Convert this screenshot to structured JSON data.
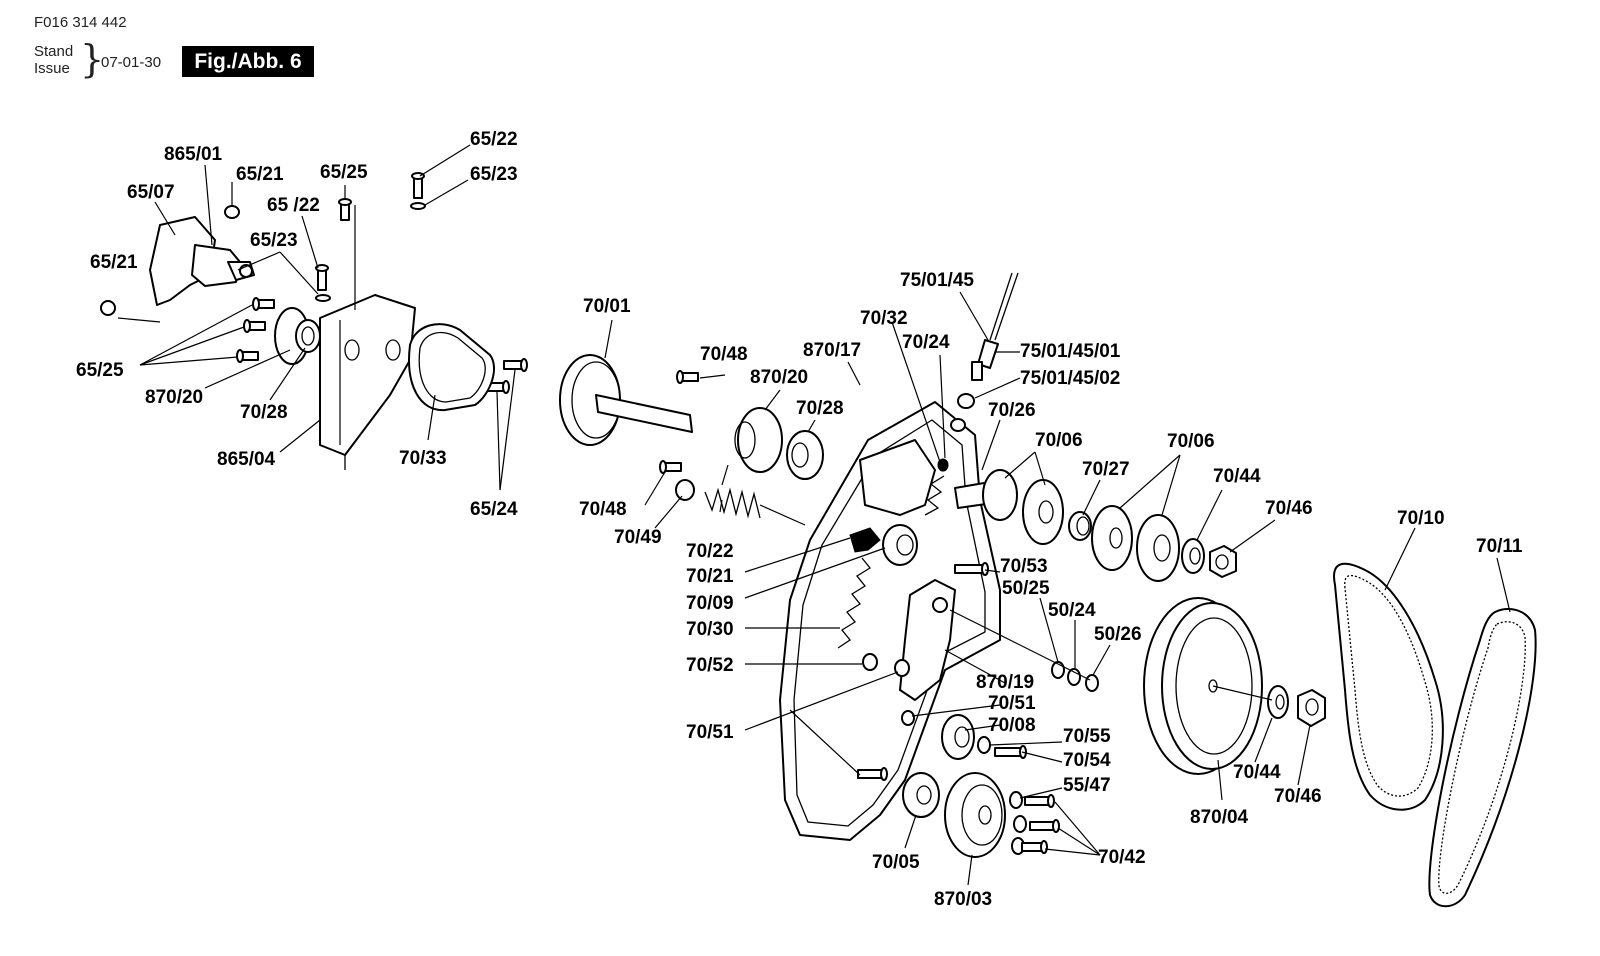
{
  "header": {
    "doc_number": "F016 314 442",
    "stand": "Stand",
    "issue": "Issue",
    "brace": "}",
    "date": "07-01-30",
    "figure": "Fig./Abb. 6"
  },
  "labels": [
    "865/01",
    "65/21",
    "65/07",
    "65/25",
    "65 /22",
    "65/22",
    "65/23",
    "65/23",
    "65/21",
    "65/25",
    "870/20",
    "70/28",
    "865/04",
    "70/33",
    "65/24",
    "70/01",
    "70/48",
    "870/20",
    "70/28",
    "870/17",
    "70/32",
    "70/24",
    "75/01/45",
    "75/01/45/01",
    "75/01/45/02",
    "70/26",
    "70/06",
    "70/06",
    "70/27",
    "70/44",
    "70/46",
    "70/10",
    "70/11",
    "70/48",
    "70/49",
    "70/22",
    "70/21",
    "70/09",
    "70/30",
    "70/53",
    "50/25",
    "50/24",
    "50/26",
    "70/52",
    "870/19",
    "70/51",
    "70/51",
    "70/08",
    "70/55",
    "70/54",
    "55/47",
    "70/42",
    "70/05",
    "870/03",
    "870/04",
    "70/44",
    "70/46"
  ]
}
